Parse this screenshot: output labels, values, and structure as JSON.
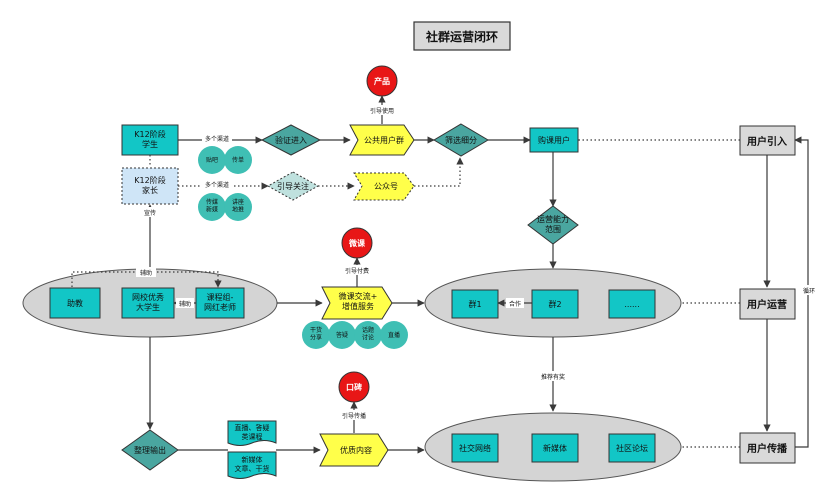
{
  "title": "社群运营闭环",
  "colors": {
    "teal": "#12c6c6",
    "yellow": "#ffff4a",
    "red": "#e81616",
    "gray_oval": "#d4d4d4",
    "gray_box": "#d9d9d9",
    "diamond": "#4aa6a0",
    "lightblue": "#cfe5f7",
    "cloud": "#3fbfb4",
    "line": "#3a3a3a"
  },
  "nodes": {
    "k12_student": "K12阶段\n学生",
    "k12_parent": "K12阶段\n家长",
    "verify_entry": "验证进入",
    "guide_follow": "引导关注",
    "public_group": "公共用户群",
    "official_account": "公众号",
    "filter_segment": "筛选细分",
    "course_users": "购课用户",
    "ops_scope": "运营能力\n范围",
    "product": "产品",
    "weike": "微课",
    "koubei": "口碑",
    "tutor": "助教",
    "excellent_student": "网校优秀\n大学生",
    "teacher": "课程组-\n网红老师",
    "micro_course": "微课交流+\n增值服务",
    "group1": "群1",
    "group2": "群2",
    "group_more": "......",
    "social_network": "社交网络",
    "new_media": "新媒体",
    "community_forum": "社区论坛",
    "organize_output": "整理输出",
    "quality_content": "优质内容",
    "doc1": "直播、答疑\n类课程",
    "doc2": "新媒体\n文章、干货",
    "user_acquire": "用户引入",
    "user_operate": "用户运营",
    "user_spread": "用户传播"
  },
  "clouds": {
    "c1": [
      "贴吧",
      "传单"
    ],
    "c2": [
      "传媒\n新媒",
      "讲座\n地推"
    ],
    "c3": [
      "干货\n分享",
      "答疑",
      "话题\n讨论",
      "直播"
    ]
  },
  "edge_labels": {
    "multi_channel_1": "多个渠道",
    "multi_channel_2": "多个渠道",
    "guide_use": "引导使用",
    "promote": "宣传",
    "assist": "辅助",
    "assist2": "辅助",
    "guide_pay": "引导付费",
    "coop": "合作",
    "recommend": "推荐有奖",
    "guide_spread": "引导传播",
    "circulate": "循环"
  }
}
